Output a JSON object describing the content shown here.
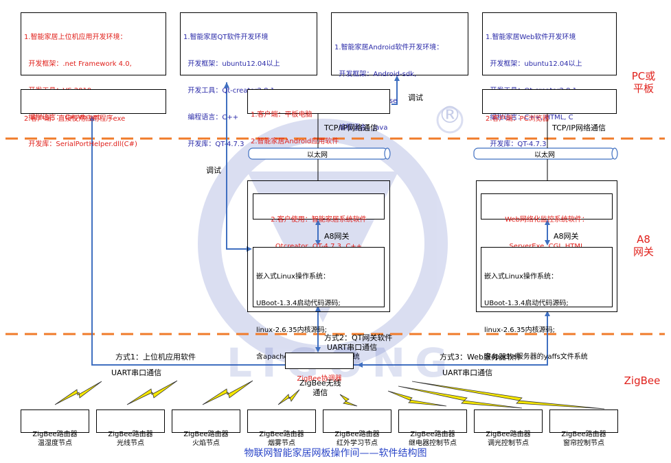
{
  "top_boxes": [
    {
      "lines": [
        "1.智能家居上位机应用开发环境：",
        "  开发框架：.net Framework 4.0,",
        "  开发工具：VS 2010",
        "  编程语言： C#,Vb.net",
        "  开发库：SerialPortHelper.dll(C#)"
      ]
    },
    {
      "lines": [
        "1.智能家居QT软件开发环境",
        "  开发框架：ubuntu12.04以上",
        "  开发工具：Qt-creator2.8.1",
        "  编程语言：C++",
        "  开发库：QT-4.7.3"
      ]
    },
    {
      "lines": [
        "1.智能家居Android软件开发环境：",
        "  开发框架：Android-sdk,",
        "  开发工具：eclipse",
        "  编程语言：Java"
      ]
    },
    {
      "lines": [
        "1.智能家居Web软件开发环境",
        "  开发框架：ubuntu12.04以上",
        "  开发工具：Qt-creator2.8.1",
        "  编程语言：C++, HTML, C",
        "  开发库：QT-4.7.3"
      ]
    }
  ],
  "client_boxes": {
    "pc_app": "2.客户端：直接使用应用程序exe",
    "tablet": [
      "1.客户端：平板电脑",
      "2.智能家居Android应用软件"
    ],
    "browser": "2.客户端：PC浏览器"
  },
  "labels": {
    "debug_top": "调试",
    "debug_left": "调试",
    "tcpip_left": "TCP/IP网络通信",
    "tcpip_right": "TCP/IP网络通信",
    "ethernet_left": "以太网",
    "ethernet_right": "以太网",
    "a8_gateway_left": "A8网关",
    "a8_gateway_right": "A8网关",
    "method1": "方式1：上位机应用软件",
    "method1_uart": "UART串口通信",
    "method2": "方式2：QT网关软件",
    "method2_uart": "UART串口通信",
    "method3": "方式3：Web服务器软件",
    "method3_uart": "UART串口通信",
    "zigbee_wireless": [
      "ZigBee无线",
      "通信"
    ],
    "coordinator": "ZigBee协调器",
    "watermark": "LIGONG",
    "registered": "®"
  },
  "a8_left": {
    "app": [
      "2.客户使用：智能家居系统软件",
      "Qtcreator, QT-4.7.3, C++"
    ],
    "os": [
      "嵌入式Linux操作系统：",
      "UBoot-1.3.4启动代码源码;",
      "linux-2.6.35内核源码;",
      "含apache服务器的yaffs文件系统"
    ]
  },
  "a8_right": {
    "app": [
      "Web网络化监控系统软件：",
      "ServerExe, CGI, HTML"
    ],
    "os": [
      "嵌入式Linux操作系统：",
      "UBoot-1.3.4启动代码源码;",
      "linux-2.6.35内核源码;",
      "含apache服务器的yaffs文件系统"
    ]
  },
  "zones": {
    "pc": [
      "PC或",
      "平板"
    ],
    "a8": [
      "A8",
      "网关"
    ],
    "zigbee": "ZigBee"
  },
  "nodes": [
    [
      "ZigBee路由器",
      "温湿度节点"
    ],
    [
      "ZigBee路由器",
      "光线节点"
    ],
    [
      "ZigBee路由器",
      "火焰节点"
    ],
    [
      "ZigBee路由器",
      "烟雾节点"
    ],
    [
      "ZigBee路由器",
      "红外学习节点"
    ],
    [
      "ZigBee路由器",
      "继电器控制节点"
    ],
    [
      "ZigBee路由器",
      "调光控制节点"
    ],
    [
      "ZigBee路由器",
      "窗帘控制节点"
    ]
  ],
  "caption": "物联网智能家居网板操作间——软件结构图",
  "colors": {
    "red": "#e0201b",
    "blue": "#2a2aa8",
    "arrow": "#3f6fc0",
    "dash": "#f07b2a",
    "bolt": "#f5e600"
  }
}
